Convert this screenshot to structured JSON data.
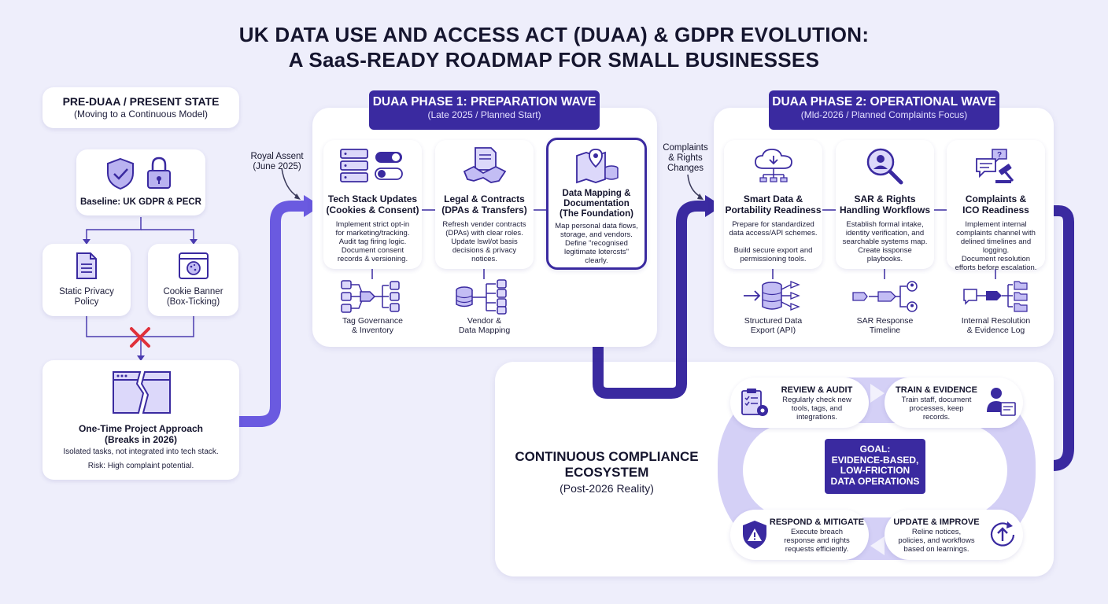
{
  "title": {
    "line1": "UK DATA USE AND ACCESS ACT (DUAA) & GDPR EVOLUTION:",
    "line2": "A SaaS-READY ROADMAP FOR SMALL BUSINESSES"
  },
  "pre": {
    "header": "PRE-DUAA / PRESENT STATE",
    "subheader": "(Moving to a Continuous Model)",
    "baseline": "Baseline: UK GDPR & PECR",
    "static_line1": "Static Privacy",
    "static_line2": "Policy",
    "cookie_line1": "Cookie Banner",
    "cookie_line2": "(Box-Ticking)",
    "onetime_line1": "One-Time Project Approach",
    "onetime_line2": "(Breaks in 2026)",
    "onetime_desc": "Isolated tasks, not integrated into tech stack.",
    "onetime_risk": "Risk: High complaint potential."
  },
  "annotations": {
    "royal_line1": "Royal Assent",
    "royal_line2": "(June 2025)",
    "complaints_line1": "Complaints",
    "complaints_line2": "& Rights",
    "complaints_line3": "Changes"
  },
  "phase1": {
    "title": "DUAA PHASE 1: PREPARATION WAVE",
    "subtitle": "(Late 2025 / Planned Start)",
    "cards": [
      {
        "h1": "Tech Stack Updates",
        "h2": "(Cookies & Consent)",
        "h3": "",
        "d1": "Implement strict opt-in",
        "d2": "for marketing/tracking.",
        "d3": "Audit tag firing logic.",
        "d4": "Document consent",
        "d5": "records & versioning."
      },
      {
        "h1": "Legal & Contracts",
        "h2": "(DPAs & Transfers)",
        "h3": "",
        "d1": "Refresh vender contracts",
        "d2": "(DPAs) with clear roles.",
        "d3": "Update lswl/ot basis",
        "d4": "decisions & privacy",
        "d5": "notices."
      },
      {
        "h1": "Data Mapping &",
        "h2": "Documentation",
        "h3": "(The Foundation)",
        "d1": "Map personal data flows,",
        "d2": "storage, and vendors.",
        "d3": "Define \"recognised",
        "d4": "legitimate lotercsts\"",
        "d5": "clearly."
      }
    ],
    "sub1_line1": "Tag Governance",
    "sub1_line2": "& Inventory",
    "sub2_line1": "Vendor &",
    "sub2_line2": "Data Mapping"
  },
  "phase2": {
    "title": "DUAA PHASE 2: OPERATIONAL WAVE",
    "subtitle": "(Mld-2026 / Planned Complaints Focus)",
    "cards": [
      {
        "h1": "Smart Data &",
        "h2": "Portability Readiness",
        "d1": "Prepare for standardized",
        "d2": "data access/API schemes.",
        "d3": "",
        "d4": "Build secure export and",
        "d5": "permissioning tools."
      },
      {
        "h1": "SAR & Rights",
        "h2": "Handling Workflows",
        "d1": "Establish formal intake,",
        "d2": "identity verification, and",
        "d3": "searchable systems map.",
        "d4": "Create issponse",
        "d5": "playbooks."
      },
      {
        "h1": "Complaints &",
        "h2": "ICO Readiness",
        "d1": "Implement internal",
        "d2": "complaints channel with",
        "d3": "delined timelines and logging.",
        "d4": "Document resolution",
        "d5": "efforts before escalation."
      }
    ],
    "sub1_line1": "Structured Data",
    "sub1_line2": "Export (API)",
    "sub2_line1": "SAR Response",
    "sub2_line2": "Timeline",
    "sub3_line1": "Internal Resolution",
    "sub3_line2": "& Evidence Log"
  },
  "eco": {
    "title_line1": "CONTINUOUS COMPLIANCE",
    "title_line2": "ECOSYSTEM",
    "subtitle": "(Post-2026 Reality)",
    "goal_line1": "GOAL:",
    "goal_line2": "EVIDENCE-BASED,",
    "goal_line3": "LOW-FRICTION",
    "goal_line4": "DATA OPERATIONS",
    "review": {
      "h": "REVIEW & AUDIT",
      "d1": "Regularly check new",
      "d2": "tools, tags, and",
      "d3": "integrations."
    },
    "train": {
      "h": "TRAIN & EVIDENCE",
      "d1": "Train staff, document",
      "d2": "processes, keep",
      "d3": "records."
    },
    "respond": {
      "h": "RESPOND & MITIGATE",
      "d1": "Execute breach",
      "d2": "response and rights",
      "d3": "requests efficiently."
    },
    "update": {
      "h": "UPDATE & IMPROVE",
      "d1": "Reline notices,",
      "d2": "policies, and workflows",
      "d3": "based on learnings."
    }
  },
  "colors": {
    "accent": "#3a2aa0",
    "arrow": "#6a5ae0",
    "cross": "#e0303a",
    "background": "#eeeefb"
  }
}
